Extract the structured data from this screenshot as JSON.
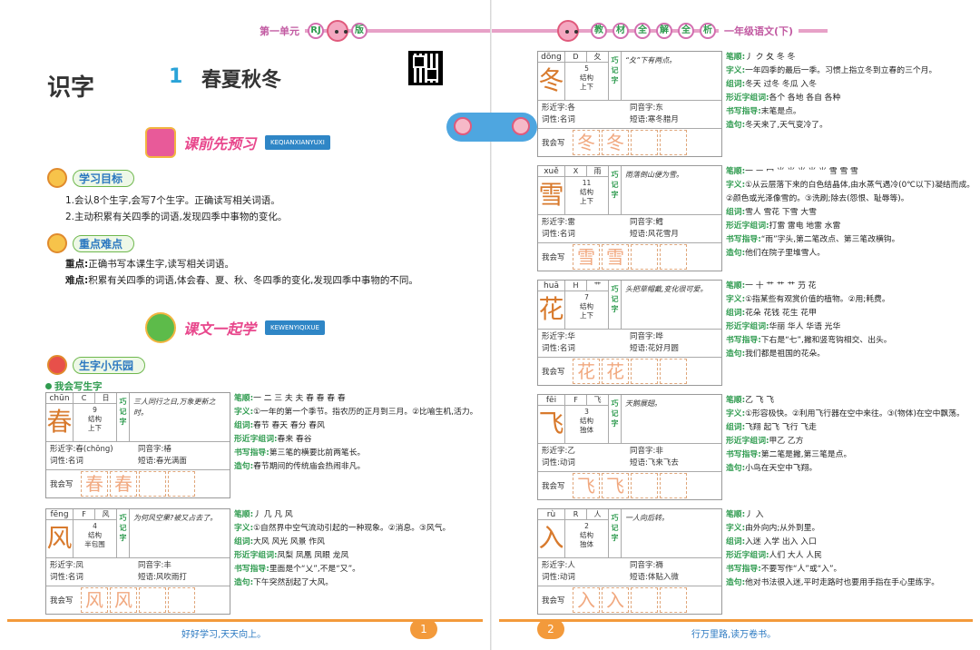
{
  "left": {
    "header": {
      "unit": "第一单元",
      "badge1": "RJ",
      "badge2": "版"
    },
    "title": {
      "section": "识字",
      "lesson_no": "1",
      "lesson_name": "春夏秋冬"
    },
    "banner1": {
      "text": "课前先预习",
      "sub": "KEQIANXIANYUXI"
    },
    "goals_title": "学习目标",
    "goals": [
      "1.会认8个生字,会写7个生字。正确读写相关词语。",
      "2.主动积累有关四季的词语,发现四季中事物的变化。"
    ],
    "key_title": "重点难点",
    "key_points": {
      "zhong_label": "重点:",
      "zhong": "正确书写本课生字,读写相关词语。",
      "nan_label": "难点:",
      "nan": "积累有关四季的词语,体会春、夏、秋、冬四季的变化,发现四季中事物的不同。"
    },
    "banner2": {
      "text": "课文一起学",
      "sub": "KEWENYIQIXUE"
    },
    "char_section_title": "生字小乐园",
    "write_title": "我会写生字",
    "footer": {
      "motto": "好好学习,天天向上。",
      "page": "1"
    }
  },
  "right": {
    "header": {
      "c1": "教",
      "c2": "材",
      "c3": "全",
      "c4": "解",
      "c5": "全",
      "c6": "析",
      "grade": "一年级语文(下)"
    },
    "footer": {
      "motto": "行万里路,读万卷书。",
      "page": "2"
    }
  },
  "labels": {
    "jiegou": "结构",
    "qiao": "巧记字",
    "xingjin": "形近字:",
    "tongyin": "同音字:",
    "cixing": "词性:",
    "duanyu": "短语:",
    "wohuixie": "我会写",
    "bihua": "笔顺:",
    "ziyi": "字义:",
    "zuci": "组词:",
    "xingjinzuci": "形近字组词:",
    "shuxie": "书写指导:",
    "zaoju": "造句:"
  },
  "cards": [
    {
      "char": "春",
      "pinyin": "chūn",
      "letter": "C",
      "radical": "日",
      "strokes": "9",
      "struct": "上下",
      "mnemonic": "三人同行之日,万象更新之时。",
      "xingjin": "春(chōng)",
      "tongyin": "椿",
      "cixing": "名词",
      "duanyu": "春光满面",
      "bishun": "一 二 三 夫 夫 春 春 春 春",
      "ziyi": "①一年的第一个季节。指农历的正月到三月。②比喻生机,活力。",
      "zuci": "春节 春天 春分 春风",
      "xjzc": "春来 春谷",
      "shuxie": "第三笔的横要比前两笔长。",
      "zaoju": "春节期间的传统庙会热闹非凡。"
    },
    {
      "char": "风",
      "pinyin": "fēng",
      "letter": "F",
      "radical": "风",
      "strokes": "4",
      "struct": "半包围",
      "mnemonic": "为何风空果?被又占去了。",
      "xingjin": "凤",
      "tongyin": "丰",
      "cixing": "名词",
      "duanyu": "风吹雨打",
      "bishun": "丿 几 凡 风",
      "ziyi": "①自然界中空气流动引起的一种现象。②消息。③风气。",
      "zuci": "大风 风光 风景 作风",
      "xjzc": "凤梨 凤凰 凤眼 龙凤",
      "shuxie": "里面是个“乂”,不是“又”。",
      "zaoju": "下午突然刮起了大风。"
    },
    {
      "char": "冬",
      "pinyin": "dōng",
      "letter": "D",
      "radical": "夂",
      "strokes": "5",
      "struct": "上下",
      "mnemonic": "“夂”下有两点。",
      "xingjin": "各",
      "tongyin": "东",
      "cixing": "名词",
      "duanyu": "寒冬腊月",
      "bishun": "丿 ク 夂 冬 冬",
      "ziyi": "一年四季的最后一季。习惯上指立冬到立春的三个月。",
      "zuci": "冬天 过冬 冬瓜 入冬",
      "xjzc": "各个 各地 各自 各种",
      "shuxie": "末笔是点。",
      "zaoju": "冬天来了,天气变冷了。"
    },
    {
      "char": "雪",
      "pinyin": "xuě",
      "letter": "X",
      "radical": "雨",
      "strokes": "11",
      "struct": "上下",
      "mnemonic": "雨落倒山便为雪。",
      "xingjin": "雷",
      "tongyin": "鳕",
      "cixing": "名词",
      "duanyu": "风花雪月",
      "bishun": "一 ㇐ 冖 ⺌ ⺌ ⺌ ⺌ ⺌ 雪 雪 雪",
      "ziyi": "①从云层落下来的白色结晶体,由水蒸气遇冷(0℃以下)凝结而成。②颜色或光泽像雪的。③洗刷;除去(怨恨、耻辱等)。",
      "zuci": "雪人 雪花 下雪 大雪",
      "xjzc": "打雷 雷电 地雷 水雷",
      "shuxie": "“雨”字头,第二笔改点、第三笔改横钩。",
      "zaoju": "他们在院子里堆雪人。"
    },
    {
      "char": "花",
      "pinyin": "huā",
      "letter": "H",
      "radical": "艹",
      "strokes": "7",
      "struct": "上下",
      "mnemonic": "头把草帽戴,变化很可爱。",
      "xingjin": "华",
      "tongyin": "哗",
      "cixing": "名词",
      "duanyu": "花好月圆",
      "bishun": "一 十 艹 艹 艹 芀 花",
      "ziyi": "①指某些有观赏价值的植物。②用;耗费。",
      "zuci": "花朵 花钱 花生 花甲",
      "xjzc": "华丽 华人 华语 光华",
      "shuxie": "下右是“七”,撇和竖弯钩相交、出头。",
      "zaoju": "我们都是祖国的花朵。"
    },
    {
      "char": "飞",
      "pinyin": "fēi",
      "letter": "F",
      "radical": "飞",
      "strokes": "3",
      "struct": "独体",
      "mnemonic": "天鹅展翅。",
      "xingjin": "乙",
      "tongyin": "非",
      "cixing": "动词",
      "duanyu": "飞来飞去",
      "bishun": "乙 飞 飞",
      "ziyi": "①形容极快。②利用飞行器在空中来往。③(物体)在空中飘荡。",
      "zuci": "飞翔 起飞 飞行 飞走",
      "xjzc": "甲乙 乙方",
      "shuxie": "第二笔是撇,第三笔是点。",
      "zaoju": "小鸟在天空中飞翔。"
    },
    {
      "char": "入",
      "pinyin": "rù",
      "letter": "R",
      "radical": "人",
      "strokes": "2",
      "struct": "独体",
      "mnemonic": "一人向后转。",
      "xingjin": "人",
      "tongyin": "褥",
      "cixing": "动词",
      "duanyu": "体贴入微",
      "bishun": "丿 入",
      "ziyi": "由外向内;从外到里。",
      "zuci": "入迷 入学 出入 入口",
      "xjzc": "人们 大人 人民",
      "shuxie": "不要写作“人”或“入”。",
      "zaoju": "他对书法很入迷,平时走路时也要用手指在手心里练字。"
    }
  ]
}
